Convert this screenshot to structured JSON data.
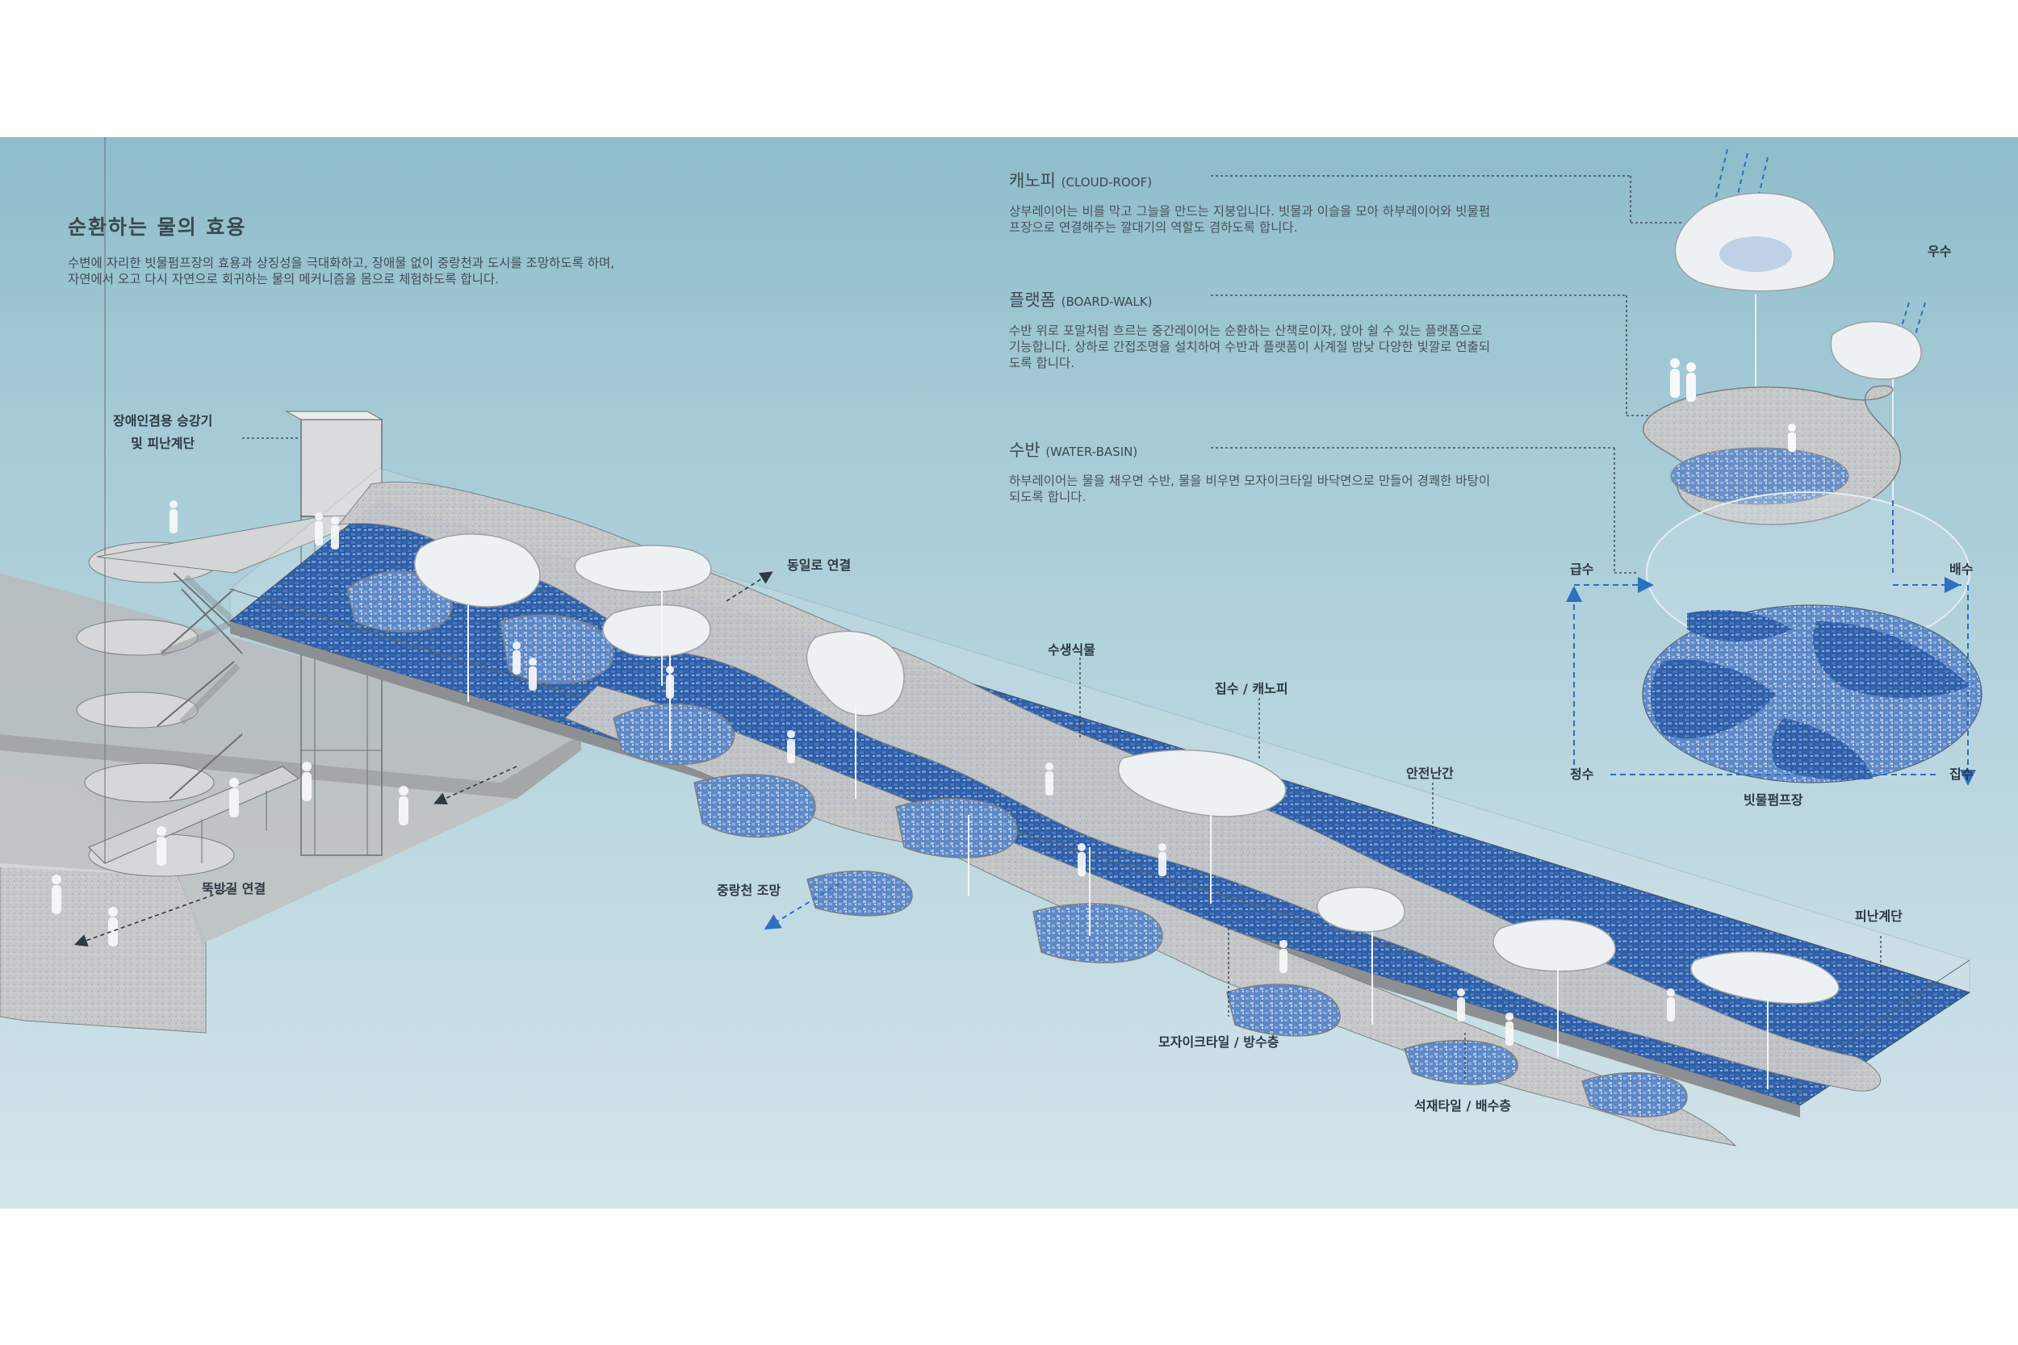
{
  "header": {
    "title": "순환하는 물의 효용",
    "description": "수변에 자리한 빗물펌프장의 효용과 상징성을 극대화하고, 장애물 없이 중랑천과 도시를 조망하도록 하며, 자연에서 오고 다시 자연으로 회귀하는 물의 메커니즘을 몸으로 체험하도록 합니다."
  },
  "layers": [
    {
      "title": "캐노피",
      "title_en": "(CLOUD-ROOF)",
      "description": "상부레이어는 비를 막고 그늘을 만드는 지붕입니다. 빗물과 이슬을 모아 하부레이어와 빗물펌프장으로 연결해주는 깔대기의 역할도 겸하도록 합니다."
    },
    {
      "title": "플랫폼",
      "title_en": "(BOARD-WALK)",
      "description": "수반 위로 포말처럼 흐르는 중간레이어는 순환하는 산책로이자, 앉아 쉴 수 있는 플랫폼으로 기능합니다. 상하로 간접조명을 설치하여 수반과 플랫폼이 사계절 밤낮 다양한 빛깔로 연출되도록 합니다."
    },
    {
      "title": "수반",
      "title_en": "(WATER-BASIN)",
      "description": "하부레이어는 물을 채우면 수반, 물을 비우면 모자이크타일 바닥면으로 만들어 경쾌한 바탕이 되도록 합니다."
    }
  ],
  "labels": {
    "elevator": [
      "장애인겸용 승강기",
      "및 피난계단"
    ],
    "dongil_road": "동일로 연결",
    "aquatic_plants": "수생식물",
    "catchment_canopy": "집수 / 캐노피",
    "safety_railing": "안전난간",
    "embankment": "뚝방길 연결",
    "jungnangcheon_view": "중랑천 조망",
    "evacuation_stairs": "피난계단",
    "mosaic_tile": "모자이크타일 / 방수층",
    "stone_tile": "석재타일 / 배수층",
    "rain": "우수",
    "supply": "급수",
    "drain": "배수",
    "purify": "정수",
    "collect": "집수",
    "pump_station": "빗물펌프장"
  },
  "colors": {
    "water": "#2f5fa8",
    "water_light": "#6f94cc",
    "concrete": "#c9cbcc",
    "canopy": "#eef1f3",
    "flow": "#2d6fc0"
  }
}
